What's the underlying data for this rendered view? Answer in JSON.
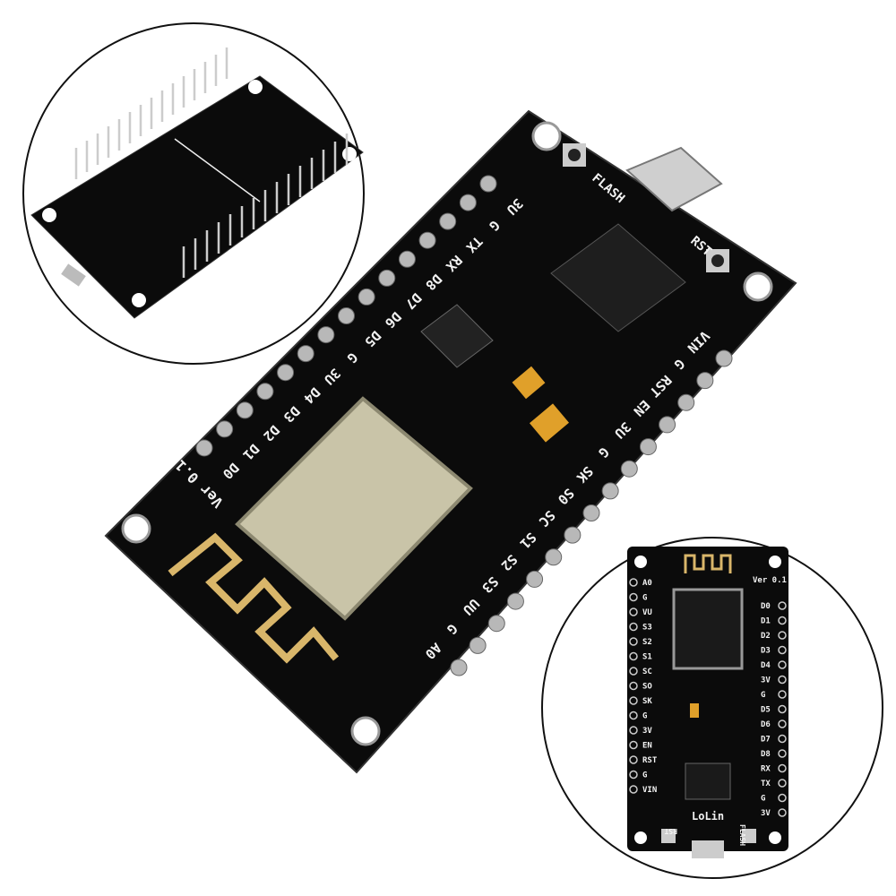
{
  "main_board": {
    "left_pins": [
      "3U",
      "G",
      "TX",
      "RX",
      "D8",
      "D7",
      "D6",
      "D5",
      "G",
      "3U",
      "D4",
      "D3",
      "D2",
      "D1",
      "D0"
    ],
    "right_pins": [
      "VIN",
      "G",
      "RST",
      "EN",
      "3U",
      "G",
      "SK",
      "S0",
      "SC",
      "S1",
      "S2",
      "S3",
      "UU",
      "G",
      "A0"
    ],
    "version": "Ver 0.1",
    "flash_label": "FLASH",
    "rst_label": "RST"
  },
  "front_inset": {
    "left_pins": [
      "A0",
      "G",
      "VU",
      "S3",
      "S2",
      "S1",
      "SC",
      "SO",
      "SK",
      "G",
      "3V",
      "EN",
      "RST",
      "G",
      "VIN"
    ],
    "right_pins": [
      "D0",
      "D1",
      "D2",
      "D3",
      "D4",
      "3V",
      "G",
      "D5",
      "D6",
      "D7",
      "D8",
      "RX",
      "TX",
      "G",
      "3V"
    ],
    "version": "Ver 0.1",
    "brand": "LoLin",
    "rst_label": "RST",
    "flash_label": "FLASH"
  },
  "colors": {
    "pcb": "#0b0b0b",
    "shield": "#c9c4a8",
    "gold": "#d9b66a",
    "pin": "#b8b8b8"
  }
}
